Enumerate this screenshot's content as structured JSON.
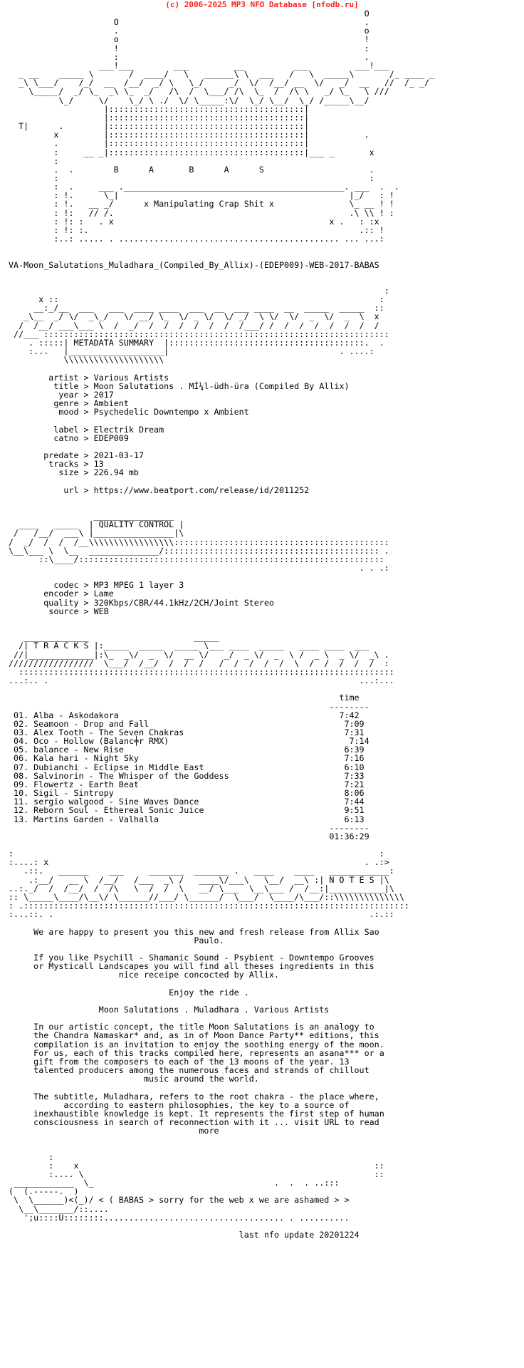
{
  "header": {
    "credit": "(c) 2006-2025 MP3 NFO Database [nfodb.ru]"
  },
  "logo_art": "                                                                       O\n                     O                                                 .\n                     .                                                 o\n                     o                                                 !\n                     !                                                 :\n                     :                                                 .\n                  ___!___        ___         __          ___         ___!___\n  _ __    _____ \\       /  ____/   \\   ______\\ \\  ___   /   \\  _____\\       /_ ____ _\n  _\\ \\___/    /_/  __  /__/  _/ \\   \\_/     _/  \\/  /__/ __  \\/   _/  __   //  /_ _/\n    \\_____/  _/ \\_  _\\ \\_  _/   /\\  /  \\___/ /\\  \\_  /  /\\ \\   _/ \\_   \\ ///\n          \\_/     \\/    \\_/ \\ ./  \\/ \\_____:\\/  \\_/ \\__/  \\_/ /_____\\__/\n                   |:::::::::::::::::::::::::::::::::::::::|\n                   |:::::::::::::::::::::::::::::::::::::::|\n  T|      .        |:::::::::::::::::::::::::::::::::::::::|\n         x         |:::::::::::::::::::::::::::::::::::::::|           .\n         .         |:::::::::::::::::::::::::::::::::::::::|\n         :     __ _|:::::::::::::::::::::::::::::::::::::::|___ _       x\n         :\n         .  .        B      A       B      A      S                     .\n         :                                                              :\n         :  .     ___ .____________________________________________. ___  .  .\n         : !.      \\_|                                              |_/   : !\n         : !.   __ _/      x Manipulating Crap Shit x               \\_ __ ! !\n         : !:   // /.                                               .\\ \\\\ ! :\n         : !: :   . x                                           x .   : :x\n         : !: :.                                                      .:: !\n         :..: ..... . ............................................ ... ...:",
  "release_name": "VA-Moon_Salutations_Muladhara_(Compiled_By_Allix)-(EDEP009)-WEB-2017-BABAS",
  "metadata": {
    "banner": "                                                                           :\n      x ::                                                                :\n     __:_/__  ___   ___  ____ ____  ___  __  ___ ____  __  _____  _____  ::\n   _\\__  _/ \\/  _\\_/   \\/ __/ \\_  \\/ _ \\/  \\/ _/  \\ \\/  \\/  _  \\/  _  \\  x\n  /  /__/ ___\\___ \\  /  _/  /  /  /  /  /  /  /___/ /  /  /  /  /  /  /  /\n //___ :::::::::::::::::::::::::::::::::::::::::::::::::::::::::::::::::::::\n    . :::::| METADATA SUMMARY  |:::::::::::::::::::::::::::::::::::::::.  .\n    :...   |___________________|                                  . ....:\n           \\\\\\\\\\\\\\\\\\\\\\\\\\\\\\\\\\\\\\\\",
    "label": "METADATA SUMMARY",
    "rows": [
      "        artist > Various Artists",
      "         title > Moon Salutations . MÍ¼l-üdh-üra (Compiled By Allix)",
      "          year > 2017",
      "         genre > Ambient",
      "          mood > Psychedelic Downtempo x Ambient",
      "",
      "         label > Electrik Dream",
      "         catno > EDEP009",
      "",
      "       predate > 2021-03-17",
      "        tracks > 13",
      "          size > 226.94 mb",
      "",
      "           url > https://www.beatport.com/release/id/2011252"
    ]
  },
  "quality": {
    "banner": "                 ________________\n  ____   _____  | QUALITY CONTROL |\n /   /__/  ___\\ |________________|\\\n/  _/  /  /  /__\\\\\\\\\\\\\\\\\\\\\\\\\\\\\\\\\\:::::::::::::::::::::::::::::::::::::::::::\n\\__\\___ \\  \\__  ______________/::::::::::::::::::::::::::::::::::::::::::: .\n      ::\\____/:::::::::::::::::::::::::::::::::::::::::::::::::::::::::::::\n                                                                      . . .:",
    "label": "QUALITY CONTROL",
    "rows": [
      "         codec > MP3 MPEG 1 layer 3",
      "       encoder > Lame",
      "       quality > 320Kbps/CBR/44.1kHz/2CH/Joint Stereo",
      "        source > WEB"
    ]
  },
  "tracks": {
    "banner": "   _____________                     _____\n  /| T R A C K S |:_____  _____  _____ \\___ ____  _____   ____ ____  ___\n //|_____________|:\\_  _\\/  _  \\/  __ \\/   _/  _ \\/  _  \\ /  _ \\  _ \\/  _\\ .\n/////////////////  \\___/  /__/  /  /  /   /  /  /  /  /  \\  /  /  /  /  /  :\n  :::::::::::::::::::::::::::::::::::::::::::::::::::::::::::::::::::::::::::\n...:.. .                                                              ...:...",
    "label": "T R A C K S",
    "time_label": "time",
    "rule": "--------",
    "list": [
      " 01. Alba - Askodakora                                            7:42",
      " 02. Seamoon - Drop and Fall                                       7:09",
      " 03. Alex Tooth - The Seven Chakras                                7:31",
      " 04. Oco - Hollow (Balanc╪r RMX)                                    7:14",
      " 05. balance - New Rise                                            6:39",
      " 06. Kala hari - Night Sky                                         7:16",
      " 07. Dubianchi - Eclipse in Middle East                            6:10",
      " 08. Salvinorin - The Whisper of the Goddess                       7:33",
      " 09. Flowertz - Earth Beat                                         7:21",
      " 10. Sigil - Sintropy                                              8:06",
      " 11. sergio walgood - Sine Waves Dance                             7:44",
      " 12. Reborn Soul - Ethereal Sonic Juice                            9:51",
      " 13. Martins Garden - Valhalla                                     6:13"
    ],
    "total": "01:36:29"
  },
  "notes": {
    "banner": ":                                                                         :\n:....: x                                                               . .:>\n   .::.   ______    ___     _______  _______ .   ____    ____   ____________:\n    .:__/   __ \\  /__/   /___  _\\ /   ____\\/___\\   \\__/  __\\ :| N O T E S |\\\n..:._/  /  /__/  /  /\\   \\  /  /  \\   __/ \\___  \\__\\___ /  /__:|___________|\\\n:: \\_____\\____/\\__\\/ \\______//___/ \\______/  \\___/  \\____/\\___/::\\\\\\\\\\\\\\\\\\\\\\\\\\\\\n: .:::::::::::::::::::::::::::::::::::::::::::::::::::::::::::::::::::::::::::::\n:...::. .                                                               .:.::",
    "label": "N O T E S",
    "paragraphs": [
      "     We are happy to present you this new and fresh release from Allix Sao\n                                     Paulo.",
      "     If you like Psychill - Shamanic Sound - Psybient - Downtempo Grooves\n     or Mysticall Landscapes you will find all theses ingredients in this\n                      nice receipe concocted by Allix.",
      "                                Enjoy the ride .",
      "                  Moon Salutations . Muladhara . Various Artists",
      "     In our artistic concept, the title Moon Salutations is an analogy to\n     the Chandra Namaskar* and, as in of Moon Dance Party** editions, this\n     compilation is an invitation to enjoy the soothing energy of the moon.\n     For us, each of this tracks compiled here, represents an asana*** or a\n     gift from the composers to each of the 13 moons of the year. 13\n     talented producers among the numerous faces and strands of chillout\n                           music around the world.",
      "     The subtitle, Muladhara, refers to the root chakra - the place where,\n           according to eastern philosophies, the key to a source of\n     inexhaustible knowledge is kept. It represents the first step of human\n     consciousness in search of reconnection with it ... visit URL to read\n                                      more"
    ]
  },
  "footer": {
    "art": "        :\n        :    x                                                           ::\n        :.... \\                                                          ::\n ____________  \\_                                    .  .  . ..:::\n(  (.-----.  )\n \\  \\______)<(_)/ < ( BABAS > sorry for the web x we are ashamed > >\n  \\__\\_______/::....\n   ';u::::U::::::::.................................... . ..........",
    "tagline": "( BABAS > sorry for the web x we are ashamed > >",
    "update": "                                              last nfo update 20201224"
  }
}
